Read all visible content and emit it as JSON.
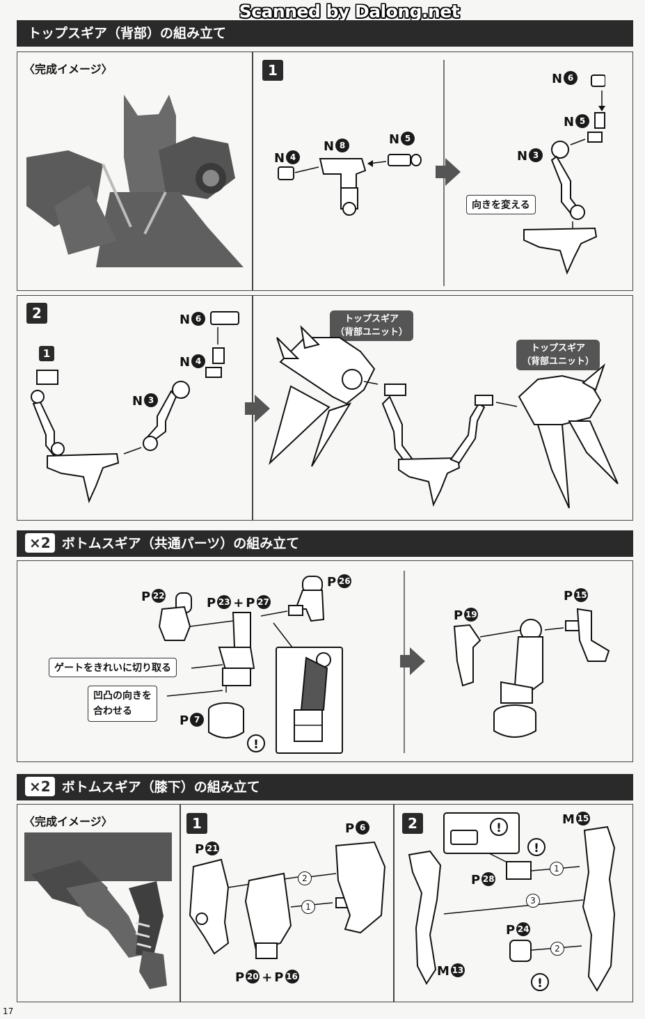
{
  "watermark": "Scanned by Dalong.net",
  "page_number": "17",
  "section1": {
    "title": "トップスギア（背部）の組み立て",
    "image_caption": "〈完成イメージ〉",
    "step1": {
      "num": "1",
      "n4": "N",
      "n4_id": "4",
      "n8": "N",
      "n8_id": "8",
      "n5": "N",
      "n5_id": "5",
      "n6b": "N",
      "n6b_id": "6",
      "n5b": "N",
      "n5b_id": "5",
      "n3": "N",
      "n3_id": "3",
      "note": "向きを変える"
    },
    "step2": {
      "num": "2",
      "sub_num": "1",
      "n6": "N",
      "n6_id": "6",
      "n4": "N",
      "n4_id": "4",
      "n3": "N",
      "n3_id": "3",
      "unit_left": "トップスギア\n（背部ユニット）",
      "unit_right": "トップスギア\n（背部ユニット）"
    }
  },
  "section2": {
    "multiplier": "×2",
    "title": "ボトムスギア（共通パーツ）の組み立て",
    "p22": "P",
    "p22_id": "22",
    "p23": "P",
    "p23_id": "23",
    "plus": "+",
    "p27": "P",
    "p27_id": "27",
    "p26": "P",
    "p26_id": "26",
    "p7": "P",
    "p7_id": "7",
    "p19": "P",
    "p19_id": "19",
    "p15": "P",
    "p15_id": "15",
    "note_gate": "ゲートをきれいに切り取る",
    "note_align_1": "凹凸の向きを",
    "note_align_2": "合わせる",
    "caution": "!"
  },
  "section3": {
    "multiplier": "×2",
    "title": "ボトムスギア（膝下）の組み立て",
    "image_caption": "〈完成イメージ〉",
    "step1": {
      "num": "1",
      "p21": "P",
      "p21_id": "21",
      "p6": "P",
      "p6_id": "6",
      "p20": "P",
      "p20_id": "20",
      "plus": "+",
      "p16": "P",
      "p16_id": "16",
      "order1": "1",
      "order2": "2"
    },
    "step2": {
      "num": "2",
      "m15": "M",
      "m15_id": "15",
      "p28": "P",
      "p28_id": "28",
      "p24": "P",
      "p24_id": "24",
      "m13": "M",
      "m13_id": "13",
      "order1": "1",
      "order2": "2",
      "order3": "3",
      "caution": "!"
    }
  }
}
